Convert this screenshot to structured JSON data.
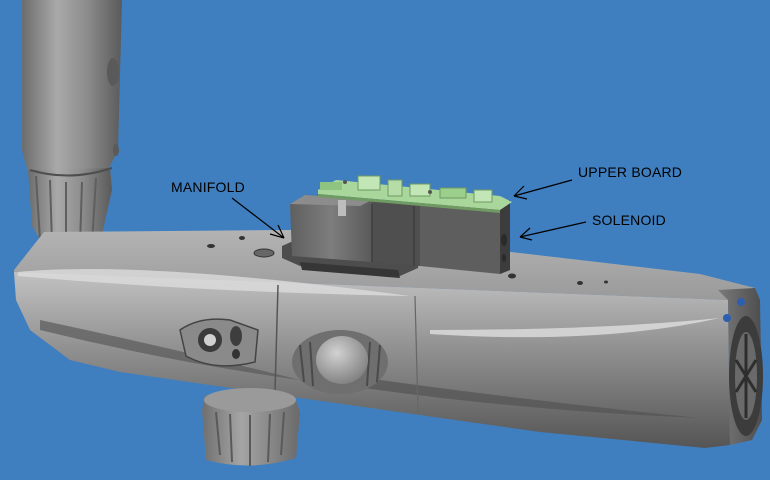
{
  "labels": {
    "manifold": "MANIFOLD",
    "upper_board": "UPPER BOARD",
    "solenoid": "SOLENOID"
  },
  "colors": {
    "background": "#3f7fc0",
    "body_gray": "#8e8e8e",
    "board_green": "#a9d79b",
    "label_text": "#000000"
  }
}
